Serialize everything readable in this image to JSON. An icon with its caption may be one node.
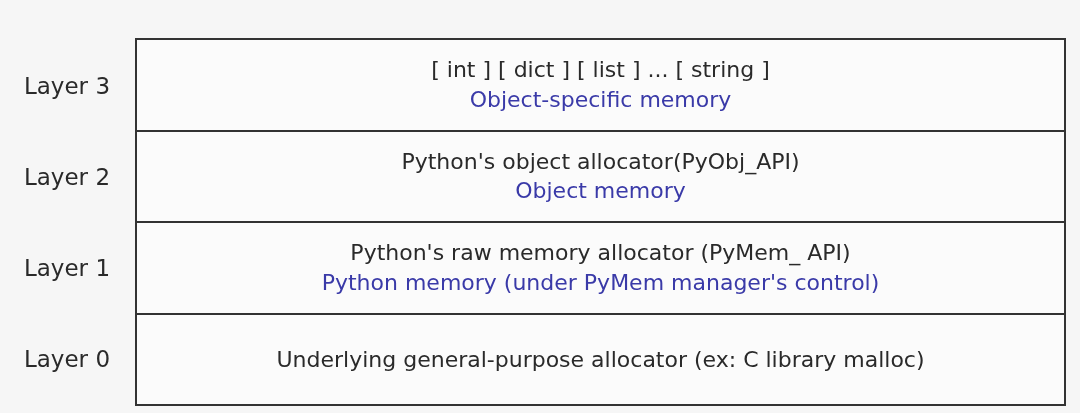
{
  "diagram": {
    "nodes": [
      {
        "text": [
          "[ int ] [ dict ] [ list ] ... [ string ]",
          "Object-specific memory"
        ]
      },
      {
        "text": [
          "Python's object allocator(PyObj_API)",
          "Object memory"
        ]
      },
      {
        "text": [
          "Python's raw memory allocator (PyMem_ API)",
          "Python memory (under PyMem manager's control)"
        ]
      },
      {
        "text": [
          "Underlying general-purpose allocator (ex: C library malloc)"
        ]
      }
    ],
    "labels": [
      "Layer 3",
      "Layer 2",
      "Layer 1",
      "Layer 0"
    ]
  }
}
